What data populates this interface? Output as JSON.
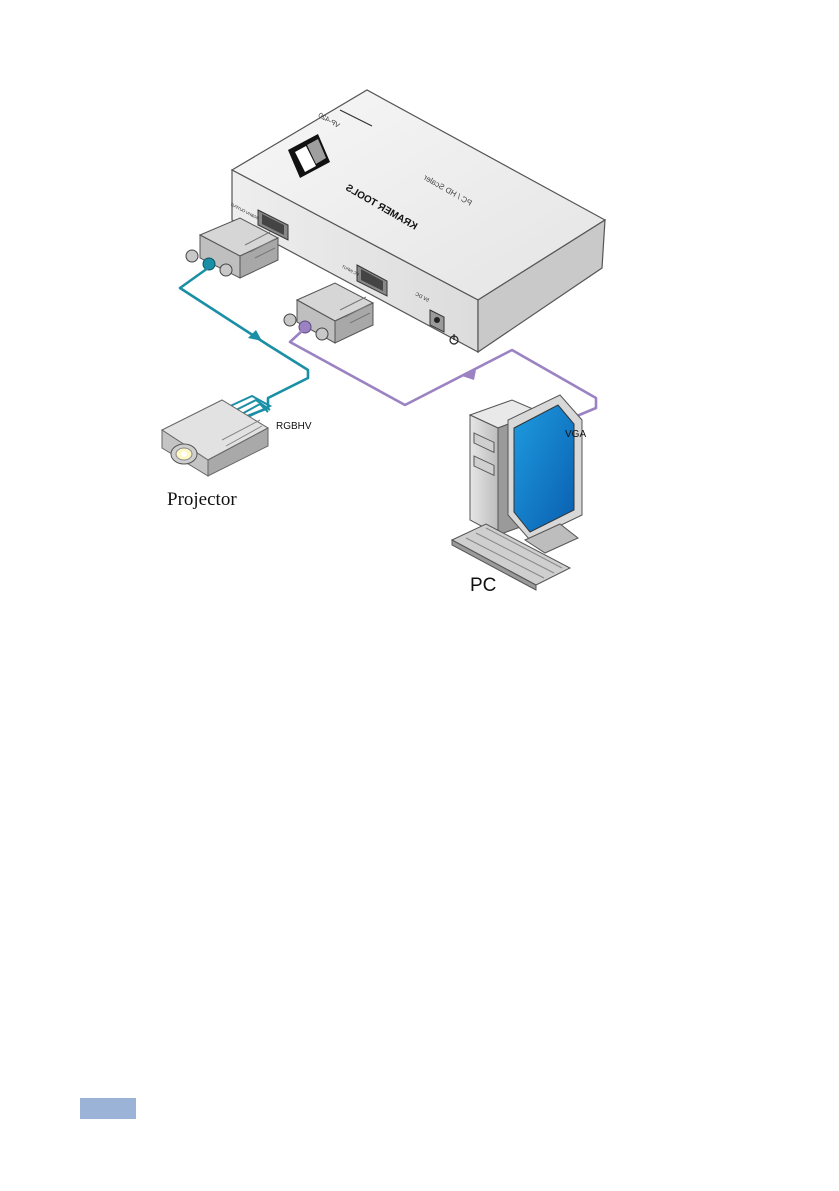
{
  "device": {
    "brand_text": "KRAMER TOOLS",
    "model_text": "VP-420",
    "subtitle_text": "PC / HD Scaler",
    "port_output_label": "RGBHV OUTPUT",
    "port_input_label": "PC INPUT",
    "power_label": "5V DC"
  },
  "labels": {
    "rgbhv": "RGBHV",
    "vga": "VGA",
    "projector": "Projector",
    "pc": "PC"
  },
  "colors": {
    "output_cable": "#1a8fa5",
    "input_cable": "#9b82c2",
    "footer_block": "#9ab3d6",
    "device_body": "#f2f2f2",
    "device_outline": "#555555"
  }
}
